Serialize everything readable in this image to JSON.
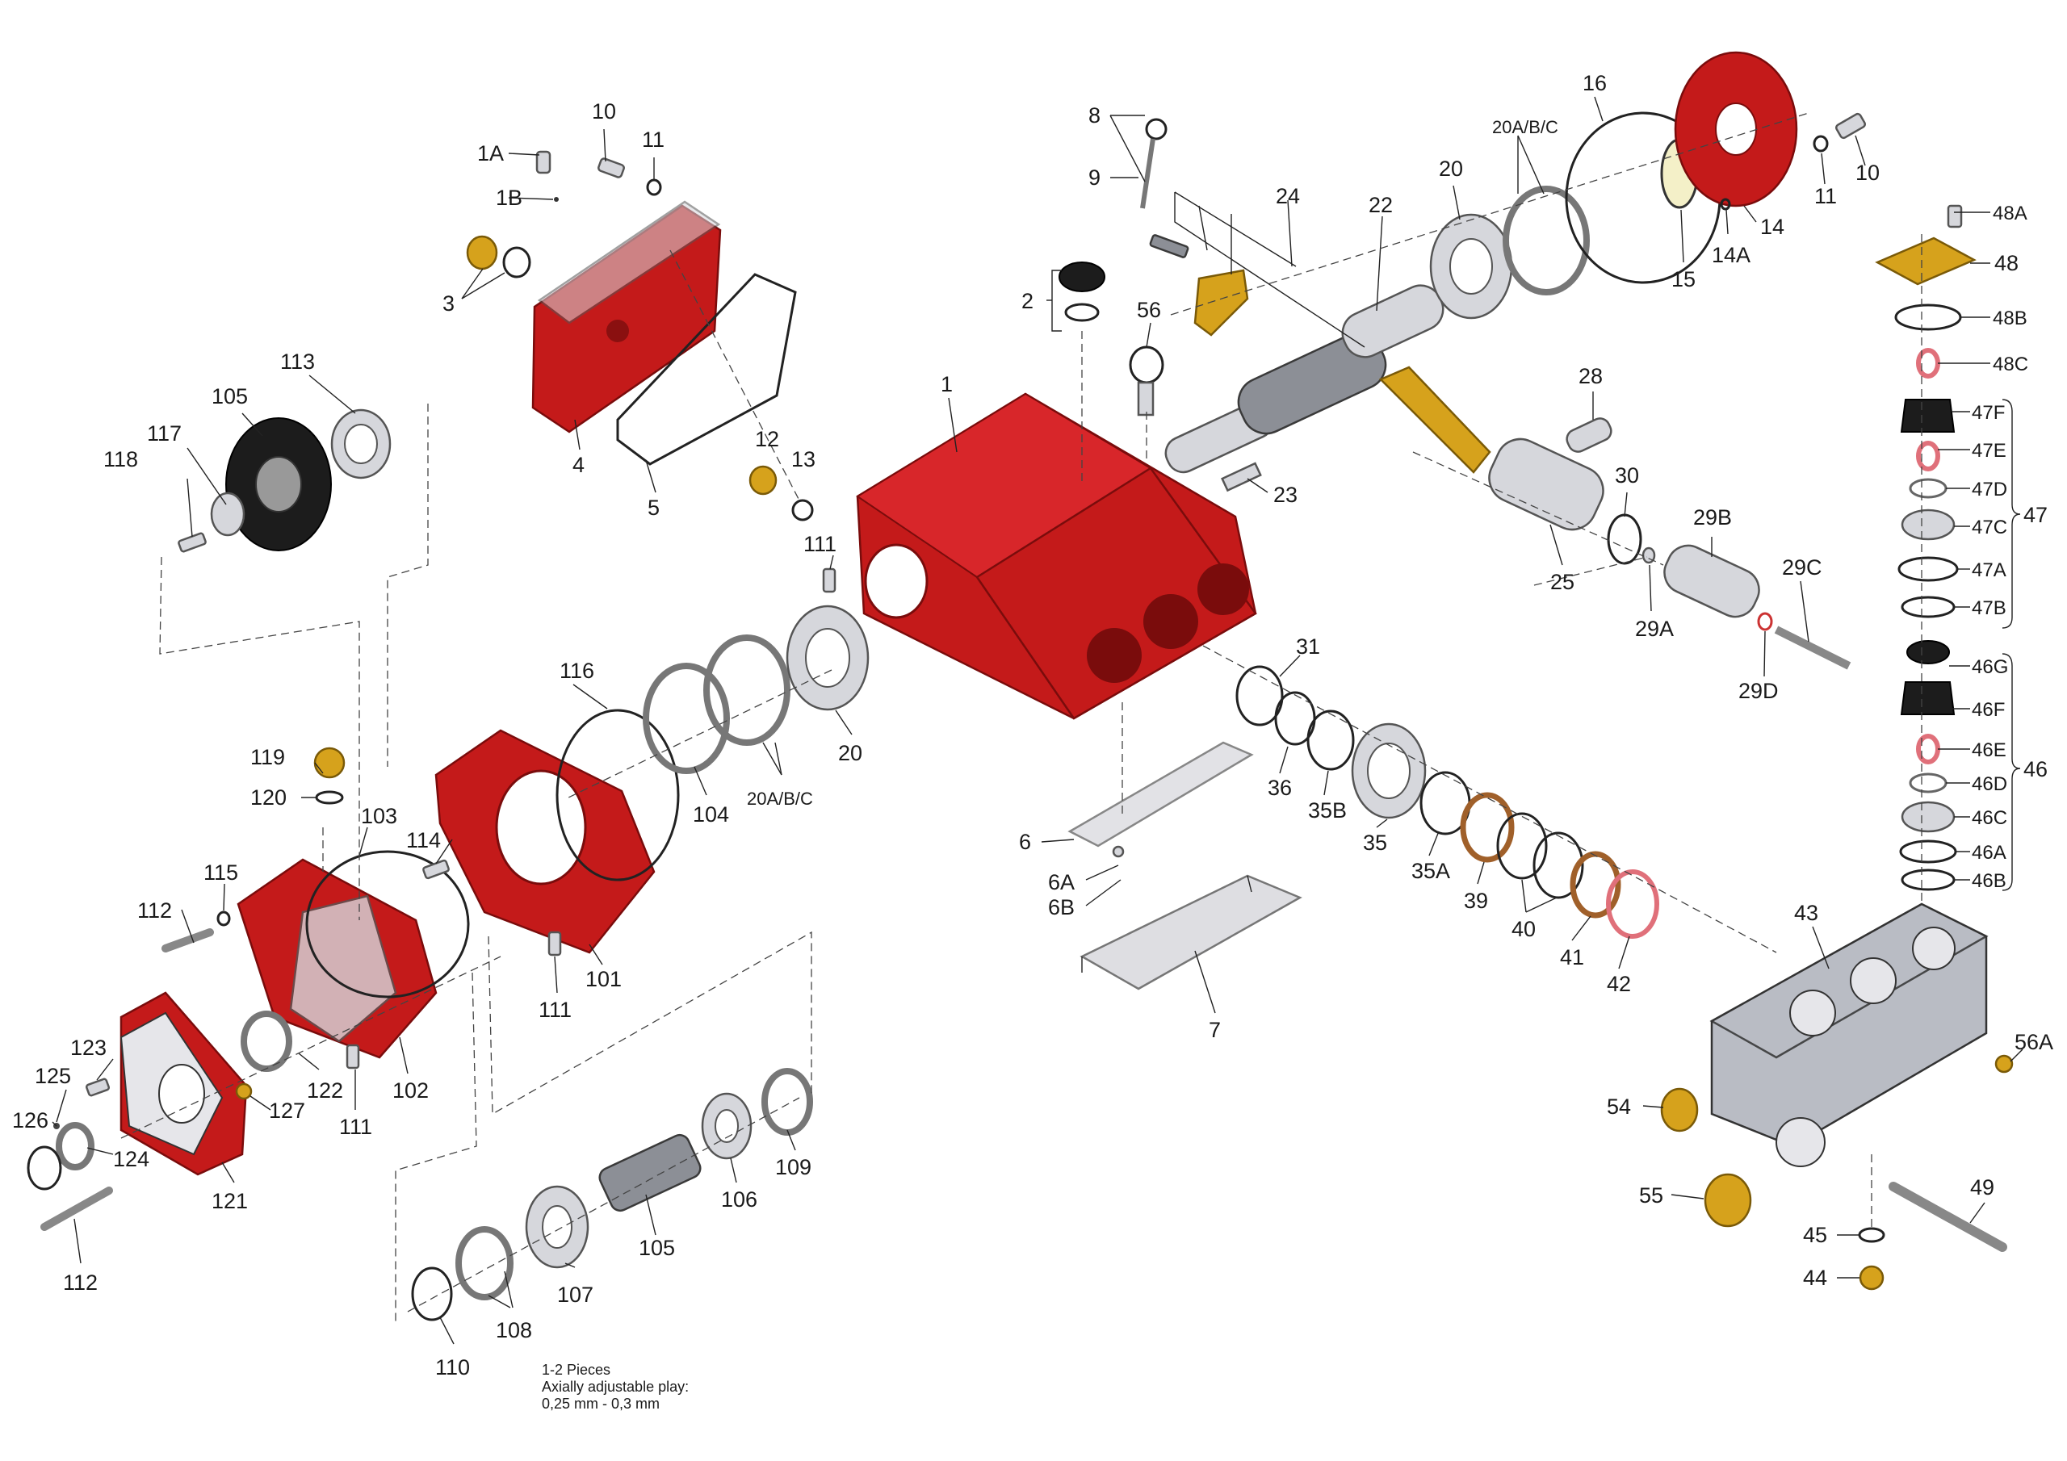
{
  "diagram": {
    "type": "exploded-parts-view",
    "labels": {
      "l_1": "1",
      "l_1A": "1A",
      "l_1B": "1B",
      "l_2": "2",
      "l_3": "3",
      "l_4": "4",
      "l_5": "5",
      "l_6": "6",
      "l_6A": "6A",
      "l_6B": "6B",
      "l_7": "7",
      "l_8": "8",
      "l_9": "9",
      "l_10a": "10",
      "l_10b": "10",
      "l_11a": "11",
      "l_11b": "11",
      "l_12": "12",
      "l_13": "13",
      "l_14": "14",
      "l_14A": "14A",
      "l_15": "15",
      "l_16": "16",
      "l_20a": "20",
      "l_20b": "20",
      "l_20ABCa": "20A/B/C",
      "l_20ABCb": "20A/B/C",
      "l_22": "22",
      "l_23": "23",
      "l_24": "24",
      "l_25": "25",
      "l_28": "28",
      "l_29A": "29A",
      "l_29B": "29B",
      "l_29C": "29C",
      "l_29D": "29D",
      "l_30": "30",
      "l_31": "31",
      "l_35": "35",
      "l_35A": "35A",
      "l_35B": "35B",
      "l_36": "36",
      "l_39": "39",
      "l_40": "40",
      "l_41": "41",
      "l_42": "42",
      "l_43": "43",
      "l_44": "44",
      "l_45": "45",
      "l_46": "46",
      "l_46A": "46A",
      "l_46B": "46B",
      "l_46C": "46C",
      "l_46D": "46D",
      "l_46E": "46E",
      "l_46F": "46F",
      "l_46G": "46G",
      "l_47": "47",
      "l_47A": "47A",
      "l_47B": "47B",
      "l_47C": "47C",
      "l_47D": "47D",
      "l_47E": "47E",
      "l_47F": "47F",
      "l_48": "48",
      "l_48A": "48A",
      "l_48B": "48B",
      "l_48C": "48C",
      "l_49": "49",
      "l_54": "54",
      "l_55": "55",
      "l_56": "56",
      "l_56A": "56A",
      "l_101": "101",
      "l_102": "102",
      "l_103": "103",
      "l_104": "104",
      "l_105a": "105",
      "l_105b": "105",
      "l_106": "106",
      "l_107": "107",
      "l_108": "108",
      "l_109": "109",
      "l_110": "110",
      "l_111a": "111",
      "l_111b": "111",
      "l_111c": "111",
      "l_112a": "112",
      "l_112b": "112",
      "l_113": "113",
      "l_114": "114",
      "l_115": "115",
      "l_116": "116",
      "l_117": "117",
      "l_118": "118",
      "l_119": "119",
      "l_120": "120",
      "l_121": "121",
      "l_122": "122",
      "l_123": "123",
      "l_124": "124",
      "l_125": "125",
      "l_126": "126",
      "l_127": "127"
    },
    "note_lines": [
      "1-2 Pieces",
      "Axially adjustable play:",
      "0,25 mm - 0,3 mm"
    ],
    "colors": {
      "housing": "#c41a1a",
      "metal": "#d6d7dc",
      "brass": "#d6a21c",
      "seal": "#1c1c1c",
      "spring": "#e0707a",
      "manifold": "#b9bcc4"
    }
  }
}
